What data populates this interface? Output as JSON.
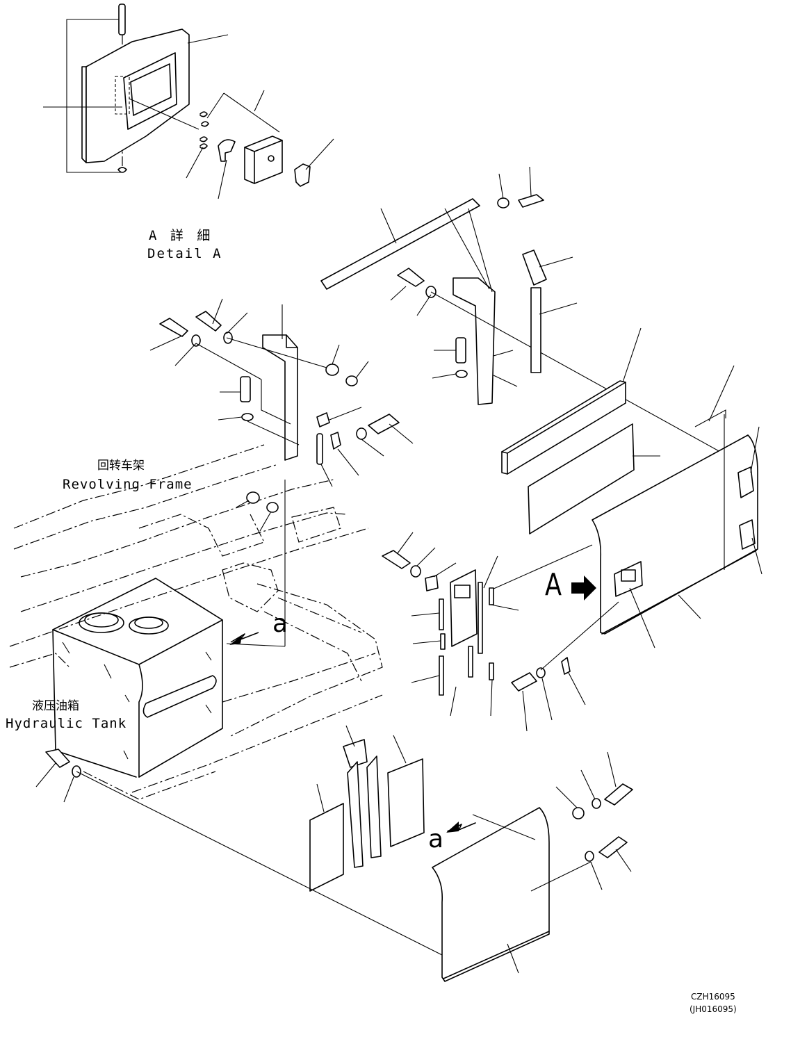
{
  "labels": {
    "detail_a_jp": "A 詳 細",
    "detail_a_en": "Detail A",
    "revolving_frame_jp": "回转车架",
    "revolving_frame_en": "Revolving Frame",
    "hydraulic_tank_jp": "液压油箱",
    "hydraulic_tank_en": "Hydraulic Tank",
    "view_arrow_letter": "A",
    "ref_a_upper": "a",
    "ref_a_lower": "a",
    "drawing_no": "CZH16095",
    "drawing_no_alt": "(JH016095)"
  }
}
